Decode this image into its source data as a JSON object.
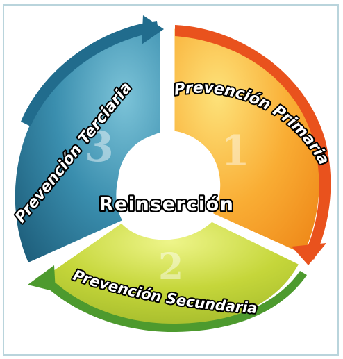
{
  "center": {
    "label": "Reinserción"
  },
  "segments": [
    {
      "number": "1",
      "label": "Prevención Primaria",
      "color": "#f7a12a",
      "arrow_color": "#e94e1b"
    },
    {
      "number": "2",
      "label": "Prevención Secundaria",
      "color": "#b5c92b",
      "arrow_color": "#4b9a2c"
    },
    {
      "number": "3",
      "label": "Prevención Terciaria",
      "color": "#2f7d9c",
      "arrow_color": "#1f6f8f"
    }
  ]
}
